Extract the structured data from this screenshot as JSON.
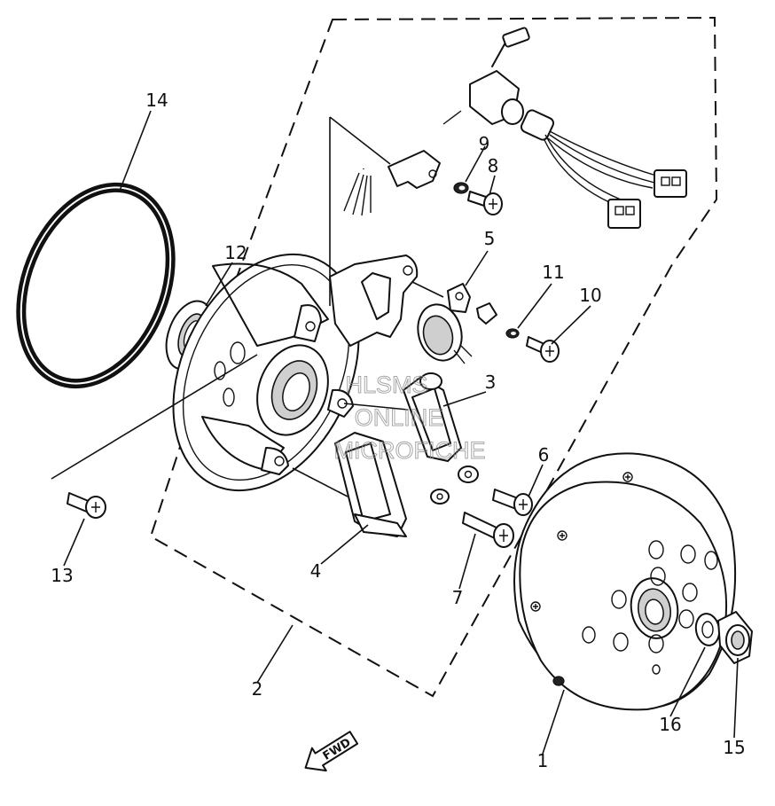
{
  "callouts": [
    {
      "label": "1"
    },
    {
      "label": "2"
    },
    {
      "label": "3"
    },
    {
      "label": "4"
    },
    {
      "label": "5"
    },
    {
      "label": "6"
    },
    {
      "label": "7"
    },
    {
      "label": "8"
    },
    {
      "label": "9"
    },
    {
      "label": "10"
    },
    {
      "label": "11"
    },
    {
      "label": "12"
    },
    {
      "label": "13"
    },
    {
      "label": "14"
    },
    {
      "label": "15"
    },
    {
      "label": "16"
    }
  ],
  "watermark": {
    "line1": "HLSMS",
    "line2": "ONLINE",
    "line3": "MICROFICHE"
  },
  "direction_arrow": {
    "label": "FWD"
  }
}
